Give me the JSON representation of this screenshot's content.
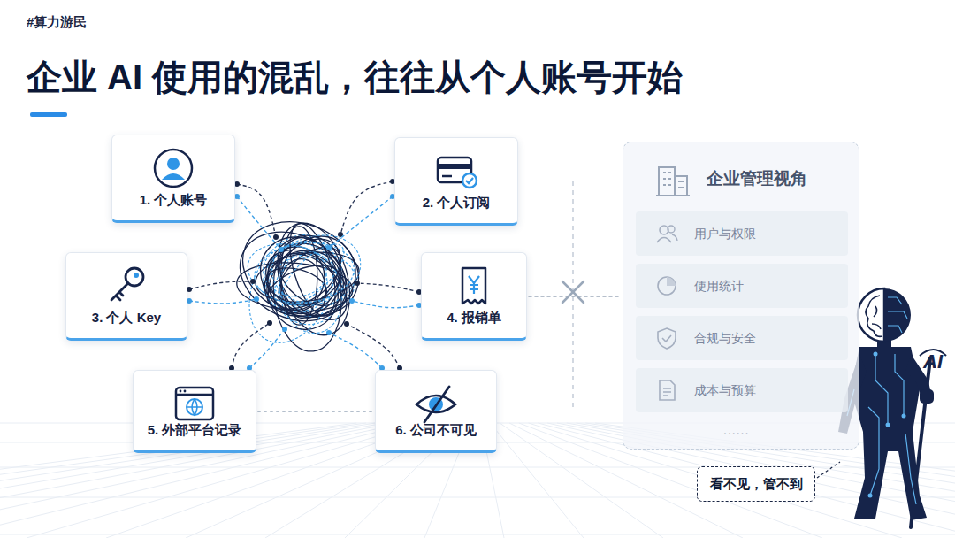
{
  "diagram": {
    "title": "企业 AI 使用的混乱，往往从个人账号开始",
    "nodes": [
      {
        "text": [
          "1. 个人账号"
        ]
      },
      {
        "text": [
          "2. 个人订阅"
        ]
      },
      {
        "text": [
          "3. 个人 Key"
        ]
      },
      {
        "text": [
          "4. 报销单"
        ]
      },
      {
        "text": [
          "5. 外部平台记录"
        ]
      },
      {
        "text": [
          "6. 公司不可见"
        ]
      },
      {
        "text": [
          "企业管理视角"
        ]
      },
      {
        "text": [
          "用户与权限"
        ],
        "in": 6
      },
      {
        "text": [
          "使用统计"
        ],
        "in": 6
      },
      {
        "text": [
          "合规与安全"
        ],
        "in": 6
      },
      {
        "text": [
          "成本与预算"
        ],
        "in": 6
      },
      {
        "text": [
          "看不见，管不到"
        ]
      }
    ],
    "edges": [
      {
        "from": 4,
        "to": 5,
        "arrow": "none"
      },
      {
        "from": 3,
        "to": 6,
        "arrow": "none"
      }
    ],
    "labels": [
      "#算力游民",
      "......",
      "AI"
    ]
  }
}
